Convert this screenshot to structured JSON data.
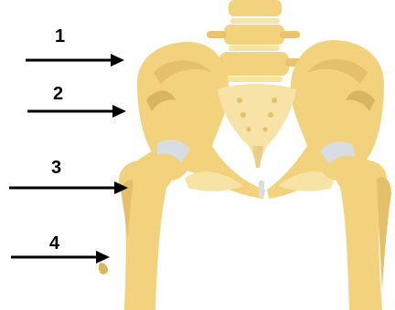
{
  "labels": [
    "1",
    "2",
    "3",
    "4"
  ],
  "colors": {
    "bone": "#F2D27C",
    "bone_light": "#F8E3A6",
    "bone_shade": "#D9B560",
    "cartilage": "#D7DDE3",
    "arrow": "#000000"
  }
}
